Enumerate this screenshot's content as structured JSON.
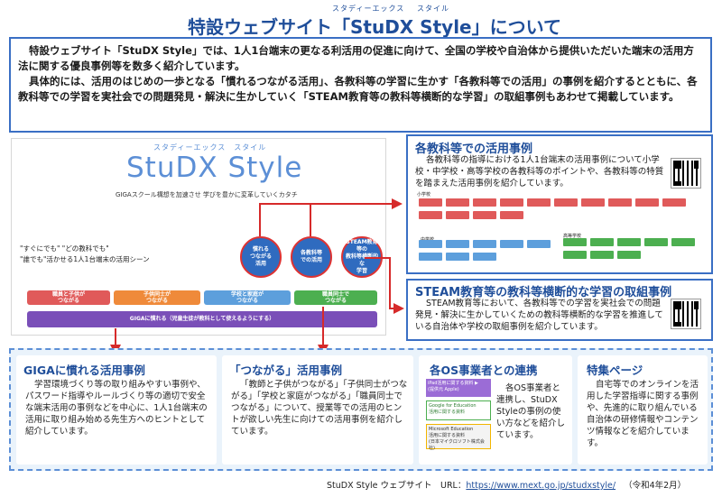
{
  "header": {
    "title_ruby_1": "スタディーエックス",
    "title_ruby_2": "スタイル",
    "title": "特設ウェブサイト「StuDX Style」について"
  },
  "intro": {
    "para1": "特設ウェブサイト「StuDX Style」では、1人1台端末の更なる利活用の促進に向けて、全国の学校や自治体から提供いただいた端末の活用方法に関する優良事例等を数多く紹介しています。",
    "para2": "具体的には、活用のはじめの一歩となる「慣れるつながる活用」、各教科等の学習に生かす「各教科等での活用」の事例を紹介するとともに、各教科等での学習を実社会での問題発見・解決に生かしていく「STEAM教育等の教科等横断的な学習」の取組事例もあわせて掲載しています。"
  },
  "hero": {
    "ruby": "スタディーエックス　スタイル",
    "logo": "StuDX Style",
    "tagline": "GIGAスクール構想を加速させ 学びを豊かに変革していくカタチ",
    "quote1": "\"すぐにでも\" \"どの教科でも\"",
    "quote2": "\"誰でも\"活かせる1人1台端末の活用シーン",
    "circles": [
      "慣れる\nつながる\n活用",
      "各教科等\nでの活用",
      "STEAM教育等の\n教科等横断的な\n学習"
    ],
    "bars": [
      "職員と子供が\nつながる",
      "子供同士が\nつながる",
      "学校と家庭が\nつながる",
      "職員同士で\nつながる"
    ],
    "giga_bar": "GIGAに慣れる（児童生徒が教科として使えるようにする）"
  },
  "subjects": {
    "heading": "各教科等での活用事例",
    "text": "各教科等の指導における1人1台端末の活用事例について小学校・中学校・高等学校の各教科等のポイントや、各教科等の特質を踏まえた活用事例を紹介しています。",
    "elementary": "小学校",
    "junior_high": "中学校",
    "high_school": "高等学校"
  },
  "steam": {
    "heading": "STEAM教育等の教科等横断的な学習の取組事例",
    "text": "STEAM教育等において、各教科等での学習を実社会での問題発見・解決に生かしていくための教科等横断的な学習を推進している自治体や学校の取組事例を紹介しています。"
  },
  "cards": [
    {
      "heading": "GIGAに慣れる活用事例",
      "text": "学習環境づくり等の取り組みやすい事例や、パスワード指導やルールづくり等の適切で安全な端末活用の事例などを中心に、1人1台端末の活用に取り組み始める先生方へのヒントとして紹介しています。"
    },
    {
      "heading": "「つながる」活用事例",
      "text": "「教師と子供がつながる」「子供同士がつながる」「学校と家庭がつながる」「職員同士でつながる」について、授業等での活用のヒントが欲しい先生に向けての活用事例を紹介しています。"
    },
    {
      "heading": "各OS事業者との連携",
      "text": "各OS事業者と連携し、StuDX Styleの事例の使い方などを紹介しています。",
      "badges": [
        "iPad活用に関する資料 ▶\n(提供元 Apple)",
        "Google for Education\n活用に関する資料",
        "Microsoft Education\n活用に関する資料\n(日本マイクロソフト株式会社)"
      ]
    },
    {
      "heading": "特集ページ",
      "text": "自宅等でのオンラインを活用した学習指導に関する事例や、先進的に取り組んでいる自治体の研修情報やコンテンツ情報などを紹介しています。"
    }
  ],
  "footer": {
    "site_label": "StuDX Style ウェブサイト　URL：",
    "url": "https://www.mext.go.jp/studxstyle/",
    "date": "（令和4年2月）"
  },
  "colors": {
    "accent_blue": "#1f4e9a",
    "border_blue": "#3a6fc4",
    "arrow_red": "#d62a2a",
    "bar_red": "#e05a5a",
    "bar_orange": "#ef8a3a",
    "bar_blue": "#5d9fdc",
    "bar_green": "#4caf50",
    "bar_purple": "#7a4fb8"
  }
}
